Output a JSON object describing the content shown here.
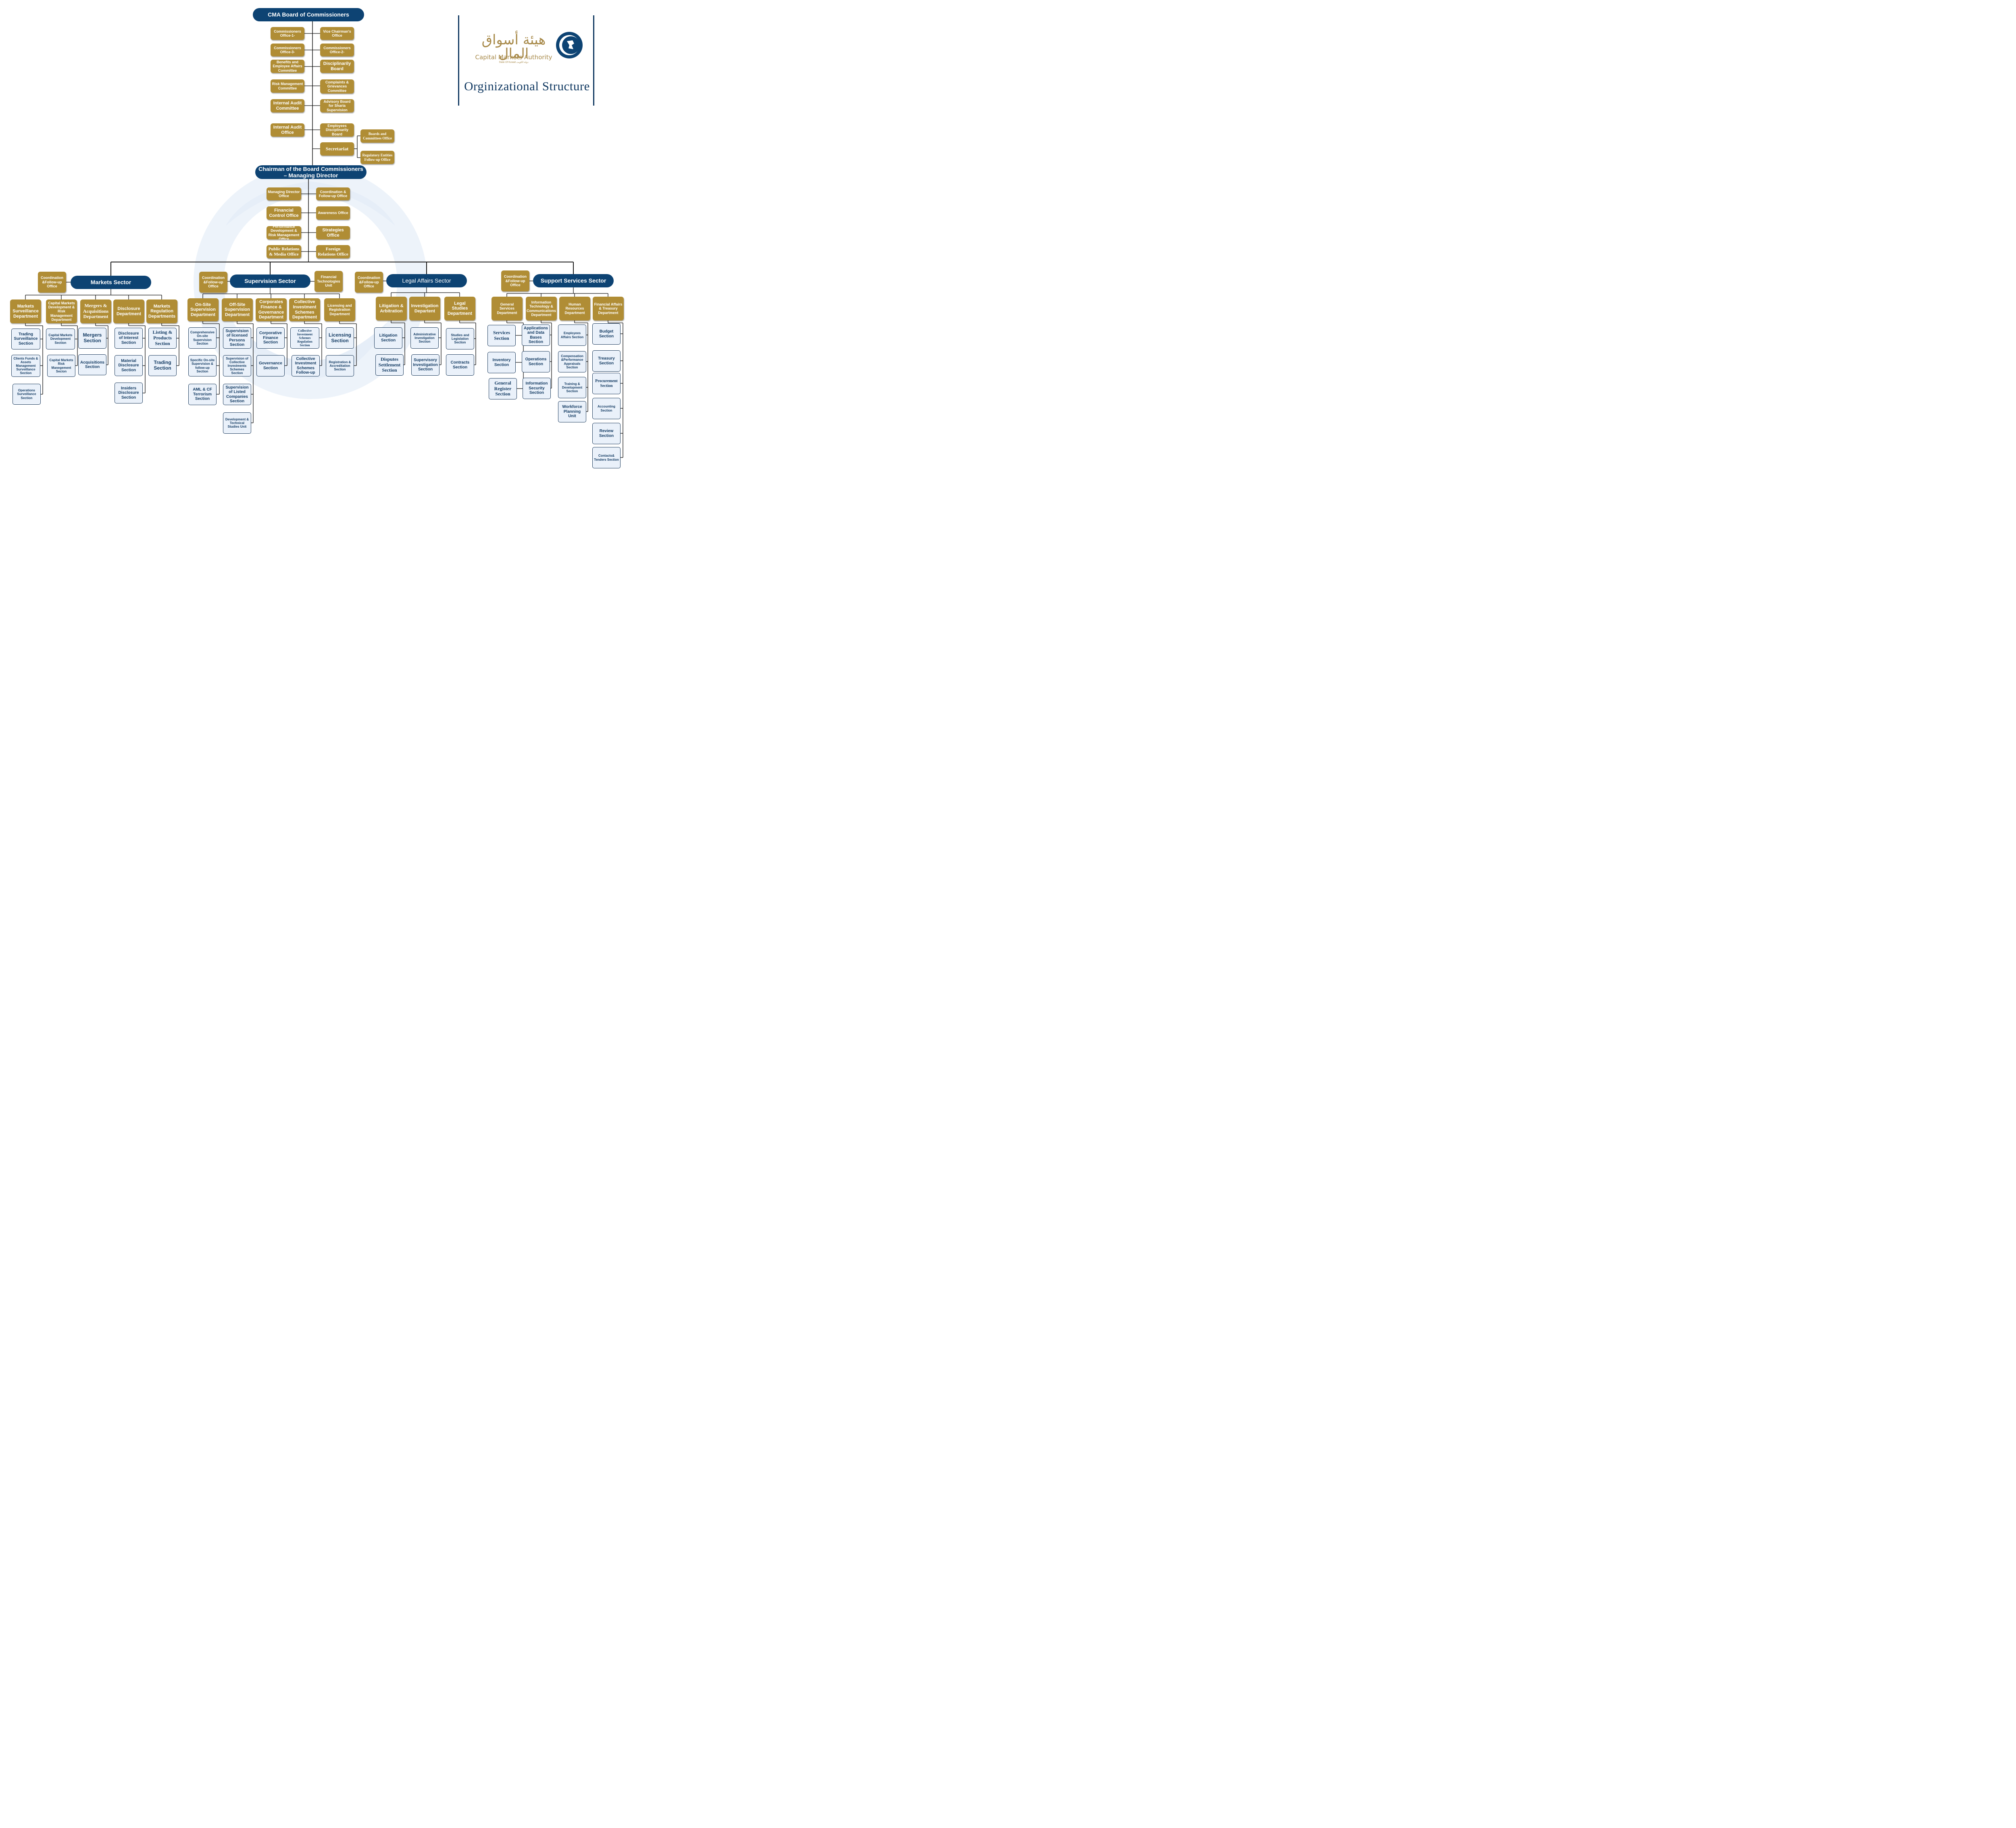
{
  "colors": {
    "navy": "#0d4373",
    "gold": "#b08d35",
    "section_bg": "#eaf1fa",
    "line": "#111111",
    "watermark": "#e9f1f9"
  },
  "logo": {
    "arabic": "هيئة أسواق المال",
    "english": "Capital Markets Authority",
    "state": "State Of Kuwait   دولة الكويت",
    "emblem_icon": "falcon-emblem-icon",
    "title": "Orginizational Structure"
  },
  "nodes": [
    {
      "id": "board",
      "text": "CMA Board of Commissioners"
    },
    {
      "id": "comm1",
      "text": "Commissioners Office-1-"
    },
    {
      "id": "vice",
      "text": "Vice Chairman's Office"
    },
    {
      "id": "comm3",
      "text": "Commissioners Office-3-"
    },
    {
      "id": "comm2",
      "text": "Commissioners Office-2-"
    },
    {
      "id": "benefits",
      "text": "Benefits and Employee Affairs Committee"
    },
    {
      "id": "disc_board",
      "text": "Disciplinarily Board"
    },
    {
      "id": "risk_comm",
      "text": "Risk Management Committee"
    },
    {
      "id": "complaints",
      "text": "Complaints & Grievances Committee"
    },
    {
      "id": "ia_comm",
      "text": "Internal Audit Committee"
    },
    {
      "id": "sharia",
      "text": "Advisory Board for Sharia Supervision"
    },
    {
      "id": "ia_office",
      "text": "Internal Audit Office"
    },
    {
      "id": "emp_disc",
      "text": "Employees Disciplinarily Board"
    },
    {
      "id": "secretariat",
      "text": "Secretariat"
    },
    {
      "id": "boards_comm",
      "text": "Boards and Committees Office"
    },
    {
      "id": "reg_follow",
      "text": "Regulatory Entities Follow-up Office"
    },
    {
      "id": "chairman",
      "text": "Chairman of the Board Commissioners – Managing Director"
    },
    {
      "id": "md_office",
      "text": "Managing Director Office"
    },
    {
      "id": "coord_chair",
      "text": "Coordination & Follow-up Office"
    },
    {
      "id": "fin_control",
      "text": "Financial Control Office"
    },
    {
      "id": "awareness",
      "text": "Awareness Office"
    },
    {
      "id": "perf_dev",
      "text": "Performance Development & Risk Management Office"
    },
    {
      "id": "strategies",
      "text": "Strategies Office"
    },
    {
      "id": "pr_media",
      "text": "Public Relations & Media Office"
    },
    {
      "id": "foreign",
      "text": "Foreign Relations Office"
    },
    {
      "id": "mk_sector",
      "text": "Markets Sector"
    },
    {
      "id": "mk_coord",
      "text": "Coordination &Follow-up Office"
    },
    {
      "id": "mk_surv",
      "text": "Markets Surveillance Department"
    },
    {
      "id": "mk_cmd",
      "text": "Capital Markets Development & Risk Management Department"
    },
    {
      "id": "mk_ma",
      "text": "Mergers & Acquisitions Department"
    },
    {
      "id": "mk_disc",
      "text": "Disclosure Department"
    },
    {
      "id": "mk_reg",
      "text": "Markets Regulation Departments"
    },
    {
      "id": "s_trading_surv",
      "text": "Trading Surveillance Section"
    },
    {
      "id": "s_clients",
      "text": "Clients Funds & Assets Management Surveillance Section"
    },
    {
      "id": "s_ops_surv",
      "text": "Operations Surveillance Section"
    },
    {
      "id": "s_cmd",
      "text": "Capital Markets Development Section"
    },
    {
      "id": "s_cmrisk",
      "text": "Capital Markets Risk Manegement Secion"
    },
    {
      "id": "s_mergers",
      "text": "Mergers Section"
    },
    {
      "id": "s_acq",
      "text": "Acquisitions Section"
    },
    {
      "id": "s_doi",
      "text": "Disclosure of Interest Section"
    },
    {
      "id": "s_material",
      "text": "Material Disclosure Section"
    },
    {
      "id": "s_insiders",
      "text": "Insiders Disclosure Section"
    },
    {
      "id": "s_listing",
      "text": "Listing & Products Section"
    },
    {
      "id": "s_trading",
      "text": "Trading Section"
    },
    {
      "id": "sv_sector",
      "text": "Supervision Sector"
    },
    {
      "id": "sv_coord",
      "text": "Coordination &Follow-up Office"
    },
    {
      "id": "sv_ftu",
      "text": "Financial Technologies Unit"
    },
    {
      "id": "sv_onsite",
      "text": "On-Site Supervision Department"
    },
    {
      "id": "sv_offsite",
      "text": "Off-Site Supervision Department"
    },
    {
      "id": "sv_corp",
      "text": "Corporates Finance & Governance Department"
    },
    {
      "id": "sv_cis",
      "text": "Collective Investment Schemes Department"
    },
    {
      "id": "sv_lic",
      "text": "Licensing and Registration Department"
    },
    {
      "id": "s_comp_onsite",
      "text": "Comprehensive On-site Supervision Section"
    },
    {
      "id": "s_spec_onsite",
      "text": "Specific On-site Supervision & follow-up Section"
    },
    {
      "id": "s_aml",
      "text": "AML & CF Terrorism Section"
    },
    {
      "id": "s_lic_persons",
      "text": "Supervision of licensed Persons Section"
    },
    {
      "id": "s_sup_cis",
      "text": "Supervision of Collective Investments Schemes Section"
    },
    {
      "id": "s_listed",
      "text": "Supervision of Listed Companies Section"
    },
    {
      "id": "s_devtech",
      "text": "Development & Technical Studies Unit"
    },
    {
      "id": "s_corp_fin",
      "text": "Corporative Finance Section"
    },
    {
      "id": "s_gov",
      "text": "Governance Section"
    },
    {
      "id": "s_cis_reg",
      "text": "Collective Investment Schemes Regulation Section"
    },
    {
      "id": "s_cis_follow",
      "text": "Collective Investment Schemes Follow-up"
    },
    {
      "id": "s_licensing",
      "text": "Licensing Section"
    },
    {
      "id": "s_reg_accr",
      "text": "Registration & Accreditation Section"
    },
    {
      "id": "la_sector",
      "text": "Legal Affairs Sector"
    },
    {
      "id": "la_coord",
      "text": "Coordination &Follow-up Office"
    },
    {
      "id": "la_lit",
      "text": "Litigation & Arbitration"
    },
    {
      "id": "la_inv",
      "text": "Investigation Departent"
    },
    {
      "id": "la_legal",
      "text": "Legal Studies Department"
    },
    {
      "id": "s_litigation",
      "text": "Litigation Section"
    },
    {
      "id": "s_disputes",
      "text": "Disputes Settlement Section"
    },
    {
      "id": "s_admin_inv",
      "text": "Administrative Investigation Section"
    },
    {
      "id": "s_sup_inv",
      "text": "Supervisory Investigation Section"
    },
    {
      "id": "s_studies",
      "text": "Studies and Legislation Section"
    },
    {
      "id": "s_contracts",
      "text": "Contracts Section"
    },
    {
      "id": "ss_sector",
      "text": "Support Services Sector"
    },
    {
      "id": "ss_coord",
      "text": "Coordination &Follow-up Office"
    },
    {
      "id": "ss_gen",
      "text": "General Services Department"
    },
    {
      "id": "ss_it",
      "text": "Information Technology & Communications Department"
    },
    {
      "id": "ss_hr",
      "text": "Human Resources Department"
    },
    {
      "id": "ss_fin",
      "text": "Financial Affairs & Treasury Department"
    },
    {
      "id": "s_services",
      "text": "Services Section"
    },
    {
      "id": "s_inventory",
      "text": "Inventory Section"
    },
    {
      "id": "s_gen_reg",
      "text": "General Register Section"
    },
    {
      "id": "s_apps",
      "text": "Applications and Data Bases Section"
    },
    {
      "id": "s_operations",
      "text": "Operations Section"
    },
    {
      "id": "s_infosec",
      "text": "Information Security Section"
    },
    {
      "id": "s_emp_affairs",
      "text": "Employees Affairs Section"
    },
    {
      "id": "s_comp_perf",
      "text": "Compensation &Performance Appraisals Section"
    },
    {
      "id": "s_training",
      "text": "Training & Development Section"
    },
    {
      "id": "s_workforce",
      "text": "Workforce Planning Unit"
    },
    {
      "id": "s_budget",
      "text": "Budget Section"
    },
    {
      "id": "s_treasury",
      "text": "Treasury Section"
    },
    {
      "id": "s_procurement",
      "text": "Procurement Section"
    },
    {
      "id": "s_accounting",
      "text": "Accounting Section"
    },
    {
      "id": "s_review",
      "text": "Review Section"
    },
    {
      "id": "s_contacts",
      "text": "Contacts& Tenders Section"
    }
  ]
}
